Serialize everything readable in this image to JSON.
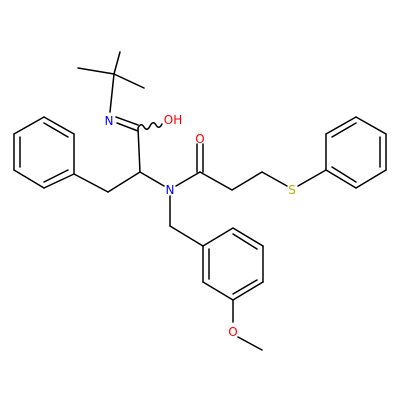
{
  "molecule": {
    "atoms": {
      "n_imine": {
        "label": "N",
        "color": "#0000ff"
      },
      "oh": {
        "label": "OH",
        "color": "#ff0000"
      },
      "n_amide": {
        "label": "N",
        "color": "#0000ff"
      },
      "o_carbonyl": {
        "label": "O",
        "color": "#ff0000"
      },
      "s": {
        "label": "S",
        "color": "#b2b200"
      },
      "o_ether": {
        "label": "O",
        "color": "#ff0000"
      }
    }
  }
}
